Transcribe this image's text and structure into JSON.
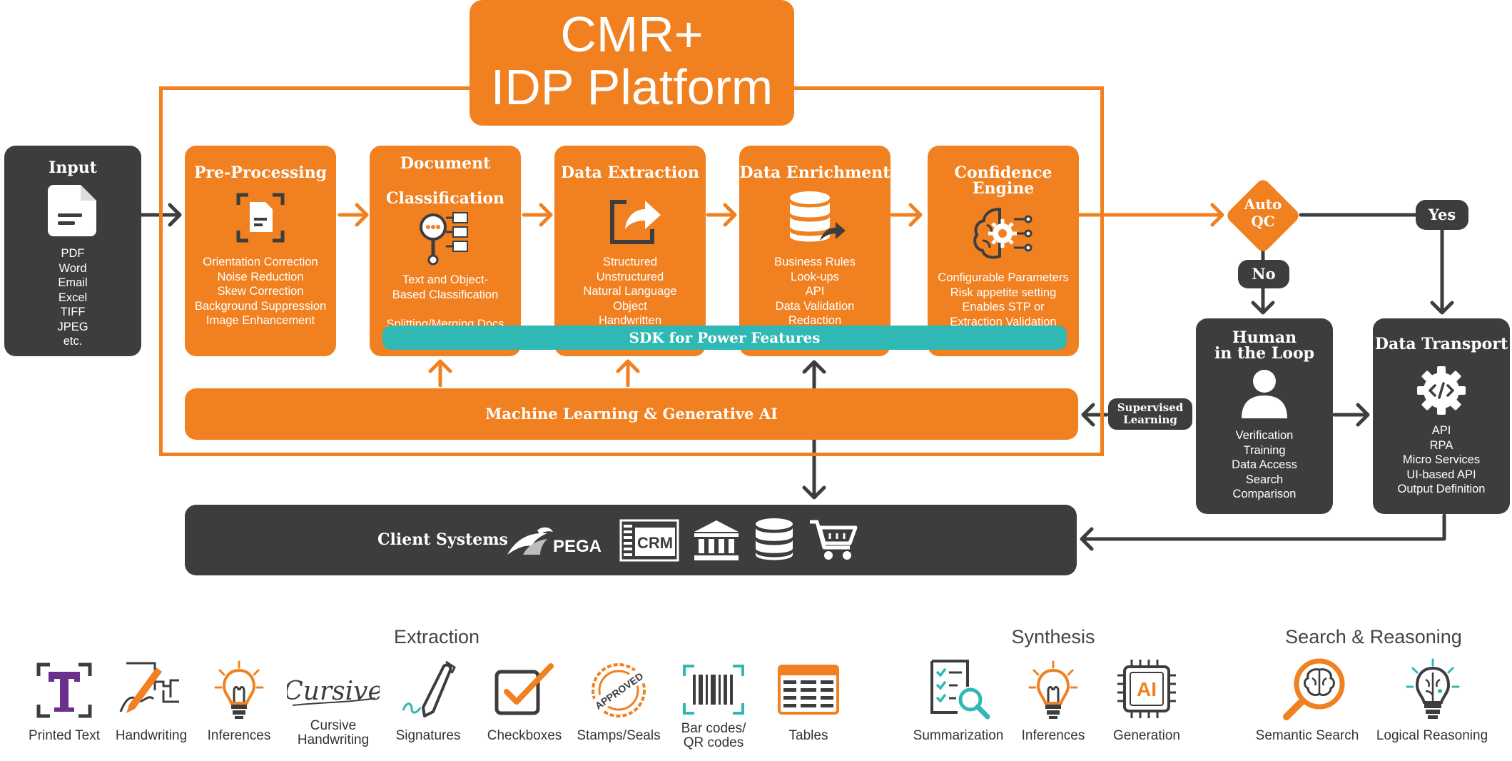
{
  "header": {
    "line1": "CMR+",
    "line2": "IDP Platform"
  },
  "input": {
    "title": "Input",
    "icon": "document-icon",
    "items": [
      "PDF",
      "Word",
      "Email",
      "Excel",
      "TIFF",
      "JPEG",
      "etc."
    ]
  },
  "stages": [
    {
      "title": "Pre-Processing",
      "icon": "scan-document-icon",
      "items": [
        "Orientation Correction",
        "Noise Reduction",
        "Skew Correction",
        "Background Suppression",
        "Image Enhancement"
      ]
    },
    {
      "title_line1": "Document",
      "title_line2": "Classification",
      "icon": "classification-icon",
      "items": [
        "Text and Object-",
        "Based Classification",
        "",
        "Splitting/Merging Docs"
      ]
    },
    {
      "title": "Data Extraction",
      "icon": "export-arrow-icon",
      "items": [
        "Structured",
        "Unstructured",
        "Natural Language",
        "Object",
        "Handwritten"
      ]
    },
    {
      "title": "Data Enrichment",
      "icon": "database-icon",
      "items": [
        "Business Rules",
        "Look-ups",
        "API",
        "Data Validation",
        "Redaction"
      ]
    },
    {
      "title": "Confidence Engine",
      "icon": "brain-gear-icon",
      "items": [
        "Configurable Parameters",
        "Risk appetite setting",
        "Enables STP or",
        "Extraction Validation"
      ]
    }
  ],
  "sdk": {
    "label": "SDK for Power Features"
  },
  "ml": {
    "label": "Machine Learning & Generative AI"
  },
  "decision": {
    "line1": "Auto",
    "line2": "QC",
    "yes": "Yes",
    "no": "No"
  },
  "human": {
    "title_line1": "Human",
    "title_line2": "in the Loop",
    "icon": "user-icon",
    "items": [
      "Verification",
      "Training",
      "Data Access",
      "Search",
      "Comparison"
    ]
  },
  "transport": {
    "title": "Data Transport",
    "icon": "code-gear-icon",
    "items": [
      "API",
      "RPA",
      "Micro Services",
      "UI-based API",
      "Output Definition"
    ]
  },
  "supervised": {
    "line1": "Supervised",
    "line2": "Learning"
  },
  "client": {
    "title": "Client Systems",
    "pega": "PEGA",
    "crm": "CRM",
    "icons": [
      "pega-logo",
      "crm-icon",
      "bank-icon",
      "database-icon",
      "cart-icon"
    ]
  },
  "sections": {
    "extraction": "Extraction",
    "synthesis": "Synthesis",
    "search": "Search & Reasoning"
  },
  "features": [
    {
      "lines": [
        "Printed Text"
      ],
      "icon": "printed-text-icon"
    },
    {
      "lines": [
        "Handwriting"
      ],
      "icon": "handwriting-icon"
    },
    {
      "lines": [
        "Inferences"
      ],
      "icon": "lightbulb-icon"
    },
    {
      "lines": [
        "Cursive",
        "Handwriting"
      ],
      "icon": "cursive-icon",
      "glyph": "Cursive"
    },
    {
      "lines": [
        "Signatures"
      ],
      "icon": "pen-icon"
    },
    {
      "lines": [
        "Checkboxes"
      ],
      "icon": "checkbox-icon"
    },
    {
      "lines": [
        "Stamps/Seals"
      ],
      "icon": "stamp-icon",
      "glyph": "APPROVED"
    },
    {
      "lines": [
        "Bar codes/",
        "QR codes"
      ],
      "icon": "barcode-icon"
    },
    {
      "lines": [
        "Tables"
      ],
      "icon": "table-icon"
    },
    {
      "lines": [
        "Summarization"
      ],
      "icon": "summary-icon"
    },
    {
      "lines": [
        "Inferences"
      ],
      "icon": "lightbulb-icon"
    },
    {
      "lines": [
        "Generation"
      ],
      "icon": "ai-chip-icon",
      "glyph": "AI"
    },
    {
      "lines": [
        "Semantic Search"
      ],
      "icon": "search-brain-icon"
    },
    {
      "lines": [
        "Logical Reasoning"
      ],
      "icon": "lightbulb-brain-icon"
    }
  ],
  "colors": {
    "orange": "#f08020",
    "dark": "#3d3d3d",
    "teal": "#2fb8b4",
    "purple": "#6b2f8c"
  }
}
